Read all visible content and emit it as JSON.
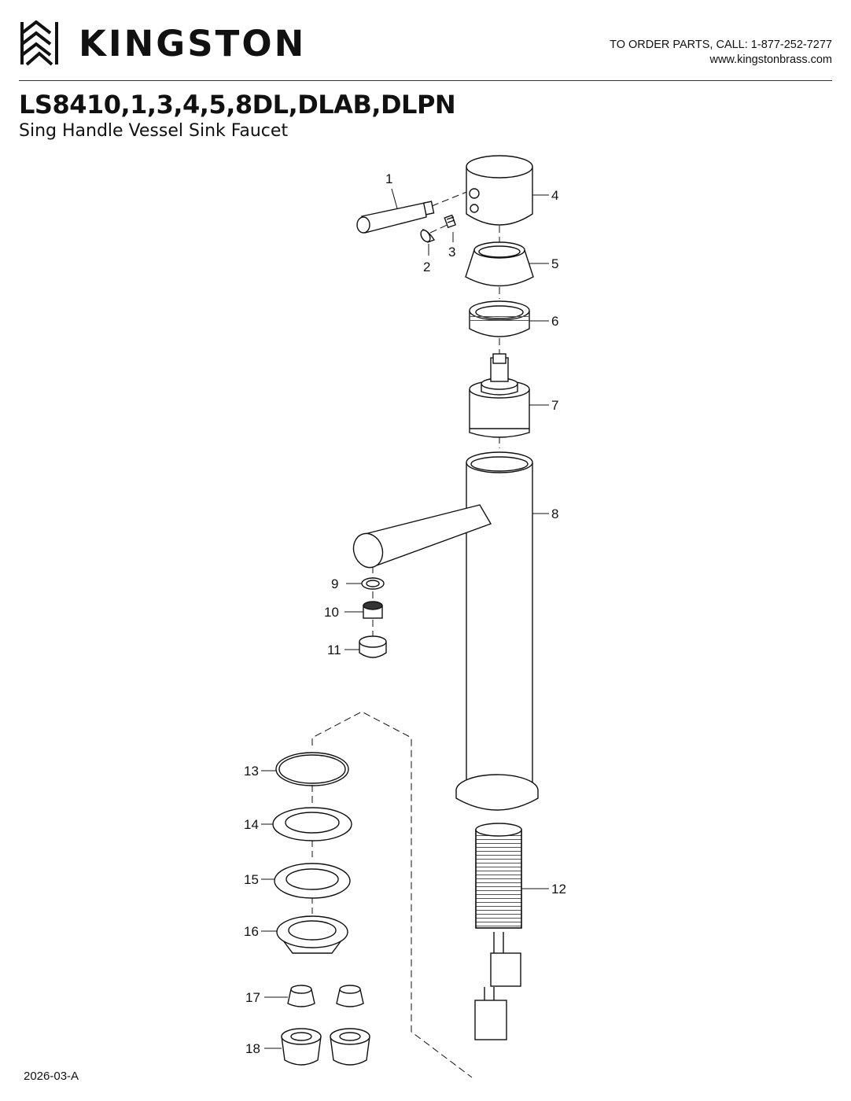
{
  "header": {
    "brand": "KINGSTON",
    "contact_line": "TO ORDER PARTS, CALL: 1-877-252-7277",
    "website": "www.kingstonbrass.com"
  },
  "title": {
    "model": "LS8410,1,3,4,5,8DL,DLAB,DLPN",
    "description": "Sing Handle Vessel Sink Faucet"
  },
  "footer": {
    "doc_code": "2026-03-A"
  },
  "callouts": [
    "1",
    "2",
    "3",
    "4",
    "5",
    "6",
    "7",
    "8",
    "9",
    "10",
    "11",
    "12",
    "13",
    "14",
    "15",
    "16",
    "17",
    "18"
  ]
}
